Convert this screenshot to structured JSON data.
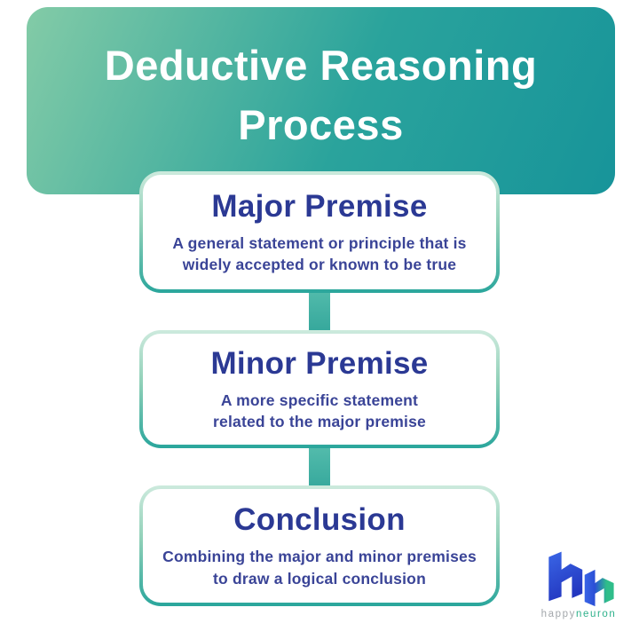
{
  "page_title": "Deductive Reasoning Process",
  "header": {
    "title_line1": "Deductive Reasoning",
    "title_line2": "Process"
  },
  "steps": [
    {
      "title": "Major Premise",
      "desc_line1": "A general statement or principle that is",
      "desc_line2": "widely accepted or known to be true"
    },
    {
      "title": "Minor Premise",
      "desc_line1": "A more specific statement",
      "desc_line2": "related to the major premise"
    },
    {
      "title": "Conclusion",
      "desc_line1": "Combining the major and minor premises",
      "desc_line2": "to draw a logical conclusion"
    }
  ],
  "logo": {
    "mark": "hn-monogram",
    "brand_first": "happy",
    "brand_second": "neuron"
  },
  "colors": {
    "header-grad-start": "#83cba7",
    "header-grad-end": "#17949a",
    "title-text": "#ffffff",
    "box-border-top": "#cdeadd",
    "box-border-bottom": "#2aa69c",
    "connector-top": "#63c6b4",
    "connector-bottom": "#2aa096",
    "heading-text": "#2b3994",
    "body-text": "#3a4497",
    "logo-happy": "#a3a7ab",
    "logo-neuron": "#2eb18b",
    "logo-blue-dark": "#2337c0",
    "logo-blue-light": "#3a66e6",
    "logo-green": "#2fbd8a"
  }
}
